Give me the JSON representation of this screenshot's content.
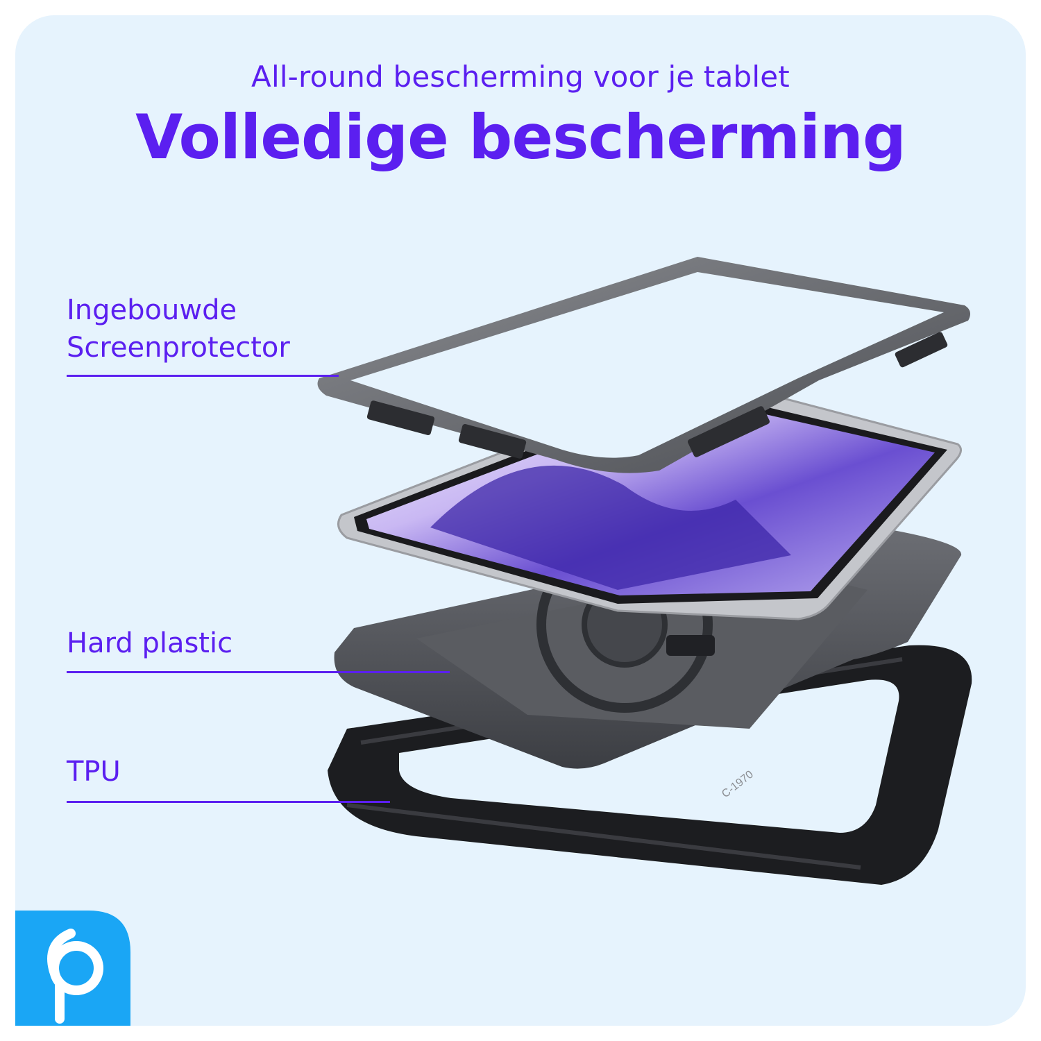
{
  "header": {
    "subtitle": "All-round bescherming voor je tablet",
    "title": "Volledige bescherming"
  },
  "callouts": [
    {
      "line1": "Ingebouwde",
      "line2": "Screenprotector"
    },
    {
      "line1": "Hard plastic"
    },
    {
      "line1": "TPU"
    }
  ],
  "product_marking": "C-1970",
  "icons": {
    "brand_logo": "brand-logo-icon"
  },
  "colors": {
    "accent": "#5b1ff0",
    "background": "#e6f3fd",
    "logo": "#1aa6f5"
  }
}
